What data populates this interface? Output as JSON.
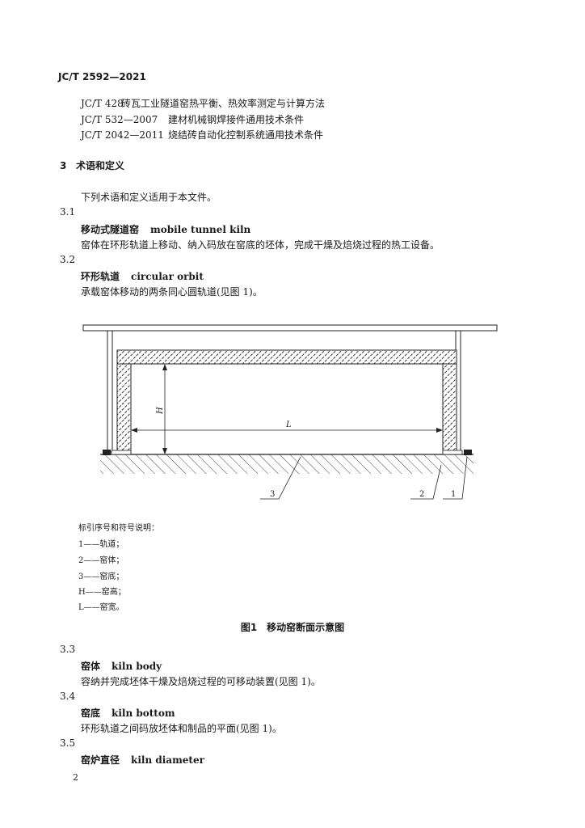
{
  "header": {
    "standard_no": "JC/T 2592—2021"
  },
  "references": [
    {
      "code": "JC/T 428",
      "title": "砖瓦工业隧道窑热平衡、热效率测定与计算方法"
    },
    {
      "code": "JC/T 532—2007",
      "title": "建材机械钢焊接件通用技术条件"
    },
    {
      "code": "JC/T 2042—2011",
      "title": "烧结砖自动化控制系统通用技术条件"
    }
  ],
  "section3": {
    "number": "3",
    "title": "术语和定义",
    "intro": "下列术语和定义适用于本文件。"
  },
  "terms": [
    {
      "number": "3.1",
      "zh": "移动式隧道窑",
      "en": "mobile tunnel kiln",
      "definition": "窑体在环形轨道上移动、纳入码放在窑底的坯体，完成干燥及焙烧过程的热工设备。"
    },
    {
      "number": "3.2",
      "zh": "环形轨道",
      "en": "circular orbit",
      "definition": "承载窑体移动的两条同心圆轨道(见图 1)。"
    },
    {
      "number": "3.3",
      "zh": "窑体",
      "en": "kiln body",
      "definition": "容纳并完成坯体干燥及焙烧过程的可移动装置(见图 1)。"
    },
    {
      "number": "3.4",
      "zh": "窑底",
      "en": "kiln bottom",
      "definition": "环形轨道之间码放坯体和制品的平面(见图 1)。"
    },
    {
      "number": "3.5",
      "zh": "窑炉直径",
      "en": "kiln diameter",
      "definition": ""
    }
  ],
  "figure": {
    "label_H": "H",
    "label_L": "L",
    "callouts": [
      "3",
      "2",
      "1"
    ],
    "legend_title": "标引序号和符号说明：",
    "legend": [
      "1——轨道；",
      "2——窑体；",
      "3——窑底；",
      "H——窑高；",
      "L——窑宽。"
    ],
    "caption": "图1　移动窑断面示意图"
  },
  "footer": {
    "page_number": "2"
  }
}
